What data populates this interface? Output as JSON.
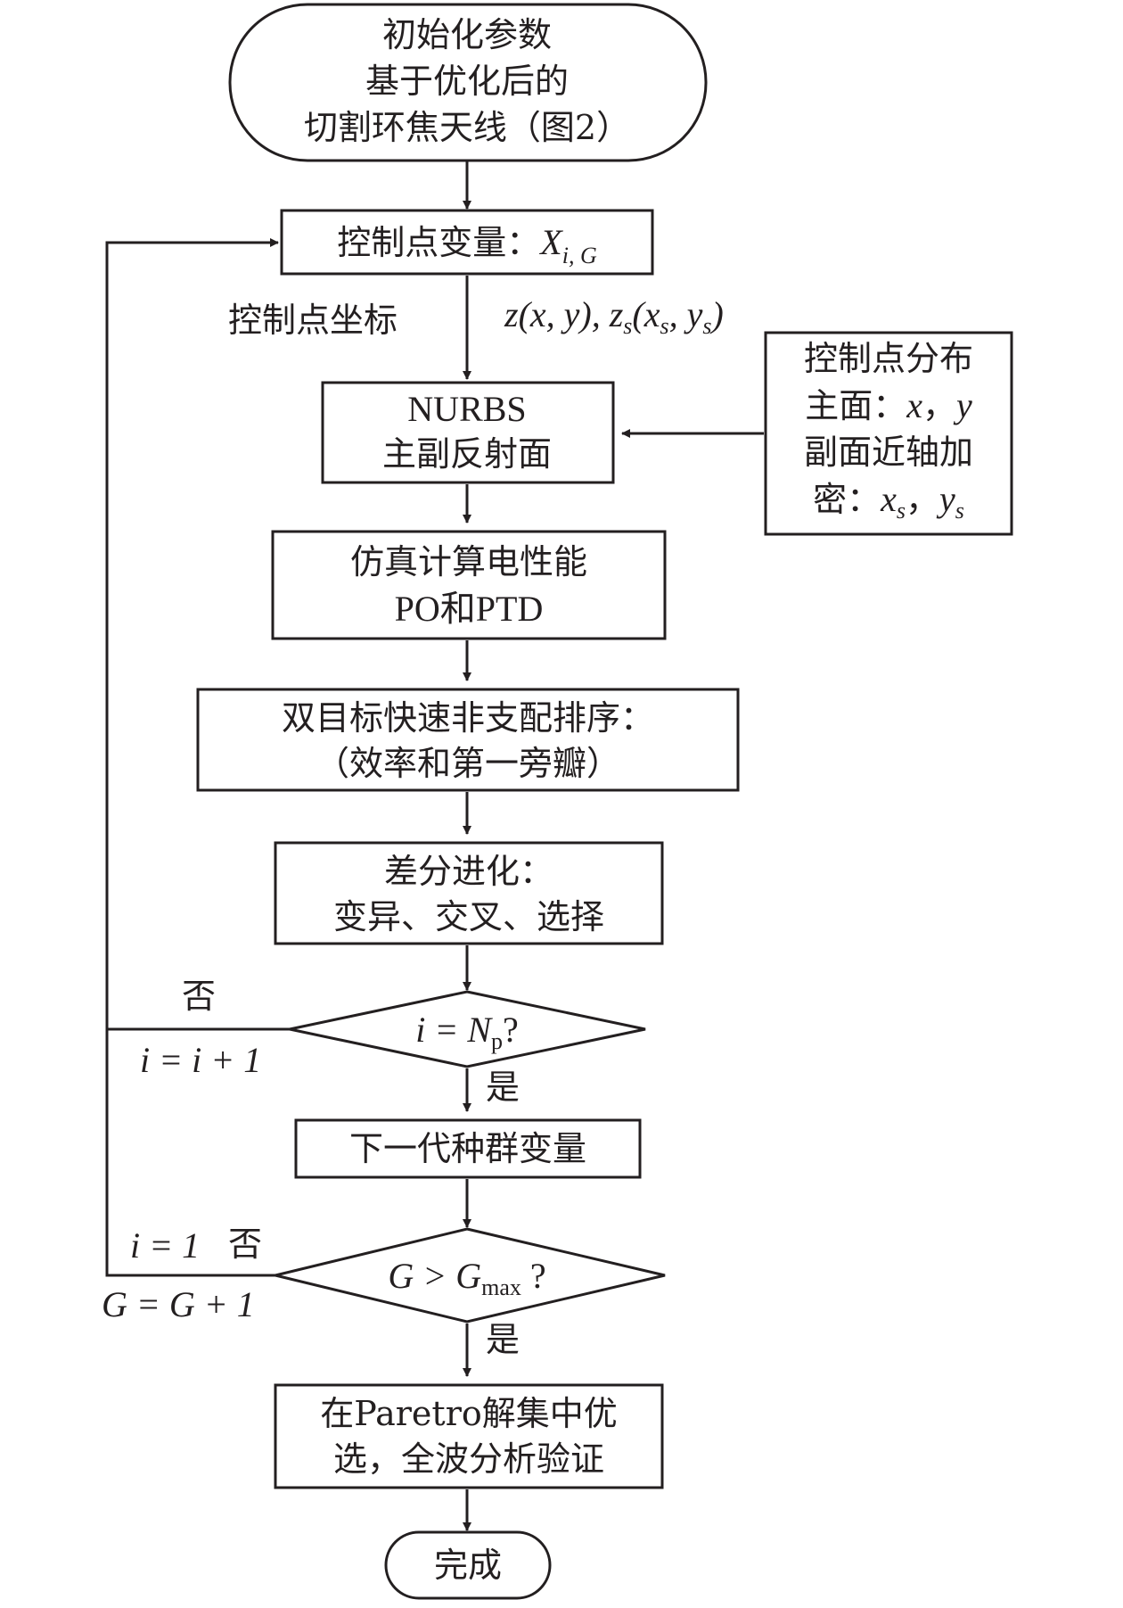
{
  "start": {
    "line1": "初始化参数",
    "line2": "基于优化后的",
    "line3": "切割环焦天线（图2）"
  },
  "control_var": {
    "label": "控制点变量：",
    "sym": "X",
    "sub": "i, G"
  },
  "coords": {
    "label": "控制点坐标",
    "formula_a": "z(x, y), z",
    "formula_s": "s",
    "formula_b": "(x",
    "formula_s2": "s",
    "formula_c": ", y",
    "formula_s3": "s",
    "formula_d": ")"
  },
  "nurbs": {
    "line1": "NURBS",
    "line2": "主副反射面"
  },
  "dist": {
    "line1": "控制点分布",
    "line2a": "主面：",
    "line2b": "x",
    "line2c": "，",
    "line2d": "y",
    "line3": "副面近轴加",
    "line4a": "密：",
    "line4b": "x",
    "line4s": "s",
    "line4c": "，",
    "line4d": "y",
    "line4s2": "s"
  },
  "sim": {
    "line1": "仿真计算电性能",
    "line2": "PO和PTD"
  },
  "sort": {
    "line1": "双目标快速非支配排序：",
    "line2": "（效率和第一旁瓣）"
  },
  "de": {
    "line1": "差分进化：",
    "line2": "变异、交叉、选择"
  },
  "cond1": {
    "text_a": "i = N",
    "text_sub": "p",
    "text_b": "?",
    "no": "否",
    "yes": "是",
    "update": "i = i + 1"
  },
  "next_gen": {
    "label": "下一代种群变量"
  },
  "cond2": {
    "text_a": "G > G",
    "text_sub": "max",
    "text_b": " ?",
    "no": "否",
    "yes": "是",
    "update1": "i = 1",
    "update2": "G = G + 1"
  },
  "select": {
    "line1": "在Paretro解集中优",
    "line2": "选，全波分析验证"
  },
  "end": {
    "label": "完成"
  }
}
